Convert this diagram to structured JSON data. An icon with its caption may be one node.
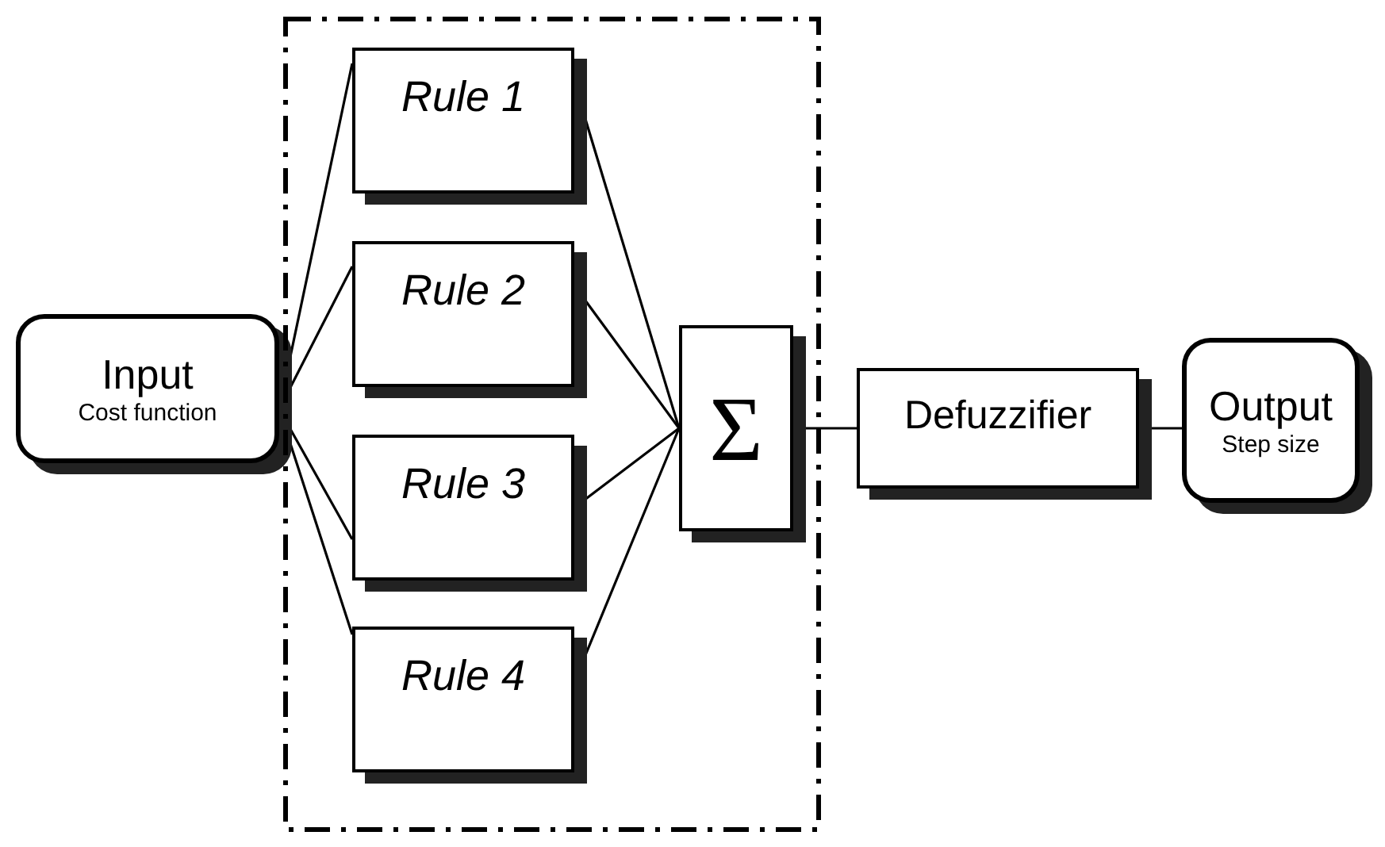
{
  "diagram": {
    "nodes": [
      {
        "text": [
          "Input",
          "Cost function"
        ]
      },
      {
        "text": [],
        "shape": "box"
      },
      {
        "text": [
          "Rule 1"
        ],
        "in": 1
      },
      {
        "text": [
          "Rule 2"
        ],
        "in": 1
      },
      {
        "text": [
          "Rule 3"
        ],
        "in": 1
      },
      {
        "text": [
          "Rule 4"
        ],
        "in": 1
      },
      {
        "text": [
          "Σ"
        ],
        "in": 1
      },
      {
        "text": [
          "Defuzzifier"
        ]
      },
      {
        "text": [
          "Output",
          "Step size"
        ]
      }
    ],
    "edges": [
      {
        "from": 0,
        "to": 2,
        "arrow": "none"
      },
      {
        "from": 0,
        "to": 3,
        "arrow": "none"
      },
      {
        "from": 0,
        "to": 4,
        "arrow": "none"
      },
      {
        "from": 0,
        "to": 5,
        "arrow": "none"
      },
      {
        "from": 2,
        "to": 6,
        "arrow": "none"
      },
      {
        "from": 3,
        "to": 6,
        "arrow": "none"
      },
      {
        "from": 4,
        "to": 6,
        "arrow": "none"
      },
      {
        "from": 5,
        "to": 6,
        "arrow": "none"
      },
      {
        "from": 6,
        "to": 7,
        "arrow": "none"
      },
      {
        "from": 7,
        "to": 8,
        "arrow": "none"
      }
    ]
  }
}
